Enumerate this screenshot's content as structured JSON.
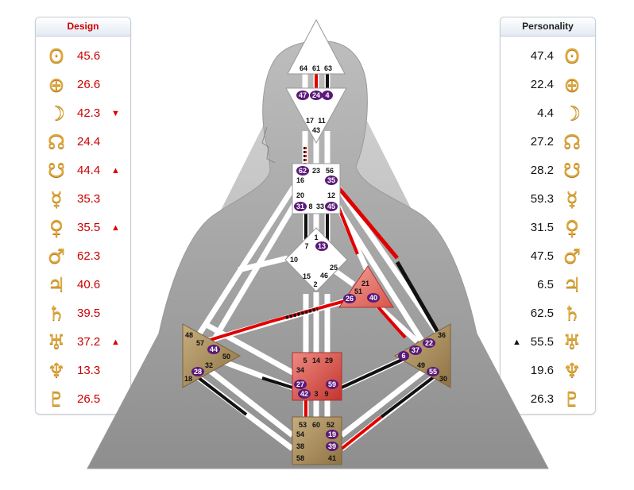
{
  "design": {
    "title": "Design",
    "rows": [
      {
        "icon": "sun-icon",
        "glyph": "ʘ",
        "value": "45.6",
        "arrow": ""
      },
      {
        "icon": "earth-icon",
        "glyph": "⊕",
        "value": "26.6",
        "arrow": ""
      },
      {
        "icon": "moon-icon",
        "glyph": "☽",
        "value": "42.3",
        "arrow": "▼"
      },
      {
        "icon": "north-node-icon",
        "glyph": "☊",
        "value": "24.4",
        "arrow": ""
      },
      {
        "icon": "south-node-icon",
        "glyph": "☋",
        "value": "44.4",
        "arrow": "▲"
      },
      {
        "icon": "mercury-icon",
        "glyph": "☿",
        "value": "35.3",
        "arrow": ""
      },
      {
        "icon": "venus-icon",
        "glyph": "♀",
        "value": "35.5",
        "arrow": "▲"
      },
      {
        "icon": "mars-icon",
        "glyph": "♂",
        "value": "62.3",
        "arrow": ""
      },
      {
        "icon": "jupiter-icon",
        "glyph": "♃",
        "value": "40.6",
        "arrow": ""
      },
      {
        "icon": "saturn-icon",
        "glyph": "♄",
        "value": "39.5",
        "arrow": ""
      },
      {
        "icon": "uranus-icon",
        "glyph": "♅",
        "value": "37.2",
        "arrow": "▲"
      },
      {
        "icon": "neptune-icon",
        "glyph": "♆",
        "value": "13.3",
        "arrow": ""
      },
      {
        "icon": "pluto-icon",
        "glyph": "♇",
        "value": "26.5",
        "arrow": ""
      }
    ]
  },
  "personality": {
    "title": "Personality",
    "rows": [
      {
        "icon": "sun-icon",
        "glyph": "ʘ",
        "value": "47.4",
        "arrow": ""
      },
      {
        "icon": "earth-icon",
        "glyph": "⊕",
        "value": "22.4",
        "arrow": ""
      },
      {
        "icon": "moon-icon",
        "glyph": "☽",
        "value": "4.4",
        "arrow": ""
      },
      {
        "icon": "north-node-icon",
        "glyph": "☊",
        "value": "27.2",
        "arrow": ""
      },
      {
        "icon": "south-node-icon",
        "glyph": "☋",
        "value": "28.2",
        "arrow": ""
      },
      {
        "icon": "mercury-icon",
        "glyph": "☿",
        "value": "59.3",
        "arrow": ""
      },
      {
        "icon": "venus-icon",
        "glyph": "♀",
        "value": "31.5",
        "arrow": ""
      },
      {
        "icon": "mars-icon",
        "glyph": "♂",
        "value": "47.5",
        "arrow": ""
      },
      {
        "icon": "jupiter-icon",
        "glyph": "♃",
        "value": "6.5",
        "arrow": ""
      },
      {
        "icon": "saturn-icon",
        "glyph": "♄",
        "value": "62.5",
        "arrow": ""
      },
      {
        "icon": "uranus-icon",
        "glyph": "♅",
        "value": "55.5",
        "arrow": "▲"
      },
      {
        "icon": "neptune-icon",
        "glyph": "♆",
        "value": "19.6",
        "arrow": ""
      },
      {
        "icon": "pluto-icon",
        "glyph": "♇",
        "value": "26.3",
        "arrow": ""
      }
    ]
  },
  "colors": {
    "design": "#cc0000",
    "personality": "#111111",
    "glyph": "#e0a83a",
    "active_gate": "#5a1a78"
  },
  "gates": {
    "head": {
      "g64": "64",
      "g61": "61",
      "g63": "63"
    },
    "ajna": {
      "g47": "47",
      "g24": "24",
      "g4": "4",
      "g17": "17",
      "g11": "11",
      "g43": "43"
    },
    "throat": {
      "g62": "62",
      "g23": "23",
      "g56": "56",
      "g16": "16",
      "g35": "35",
      "g20": "20",
      "g12": "12",
      "g31": "31",
      "g8": "8",
      "g33": "33",
      "g45": "45"
    },
    "g_center": {
      "g1": "1",
      "g7": "7",
      "g13": "13",
      "g10": "10",
      "g25": "25",
      "g15": "15",
      "g46": "46",
      "g2": "2"
    },
    "heart": {
      "g21": "21",
      "g51": "51",
      "g26": "26",
      "g40": "40"
    },
    "spleen": {
      "g48": "48",
      "g57": "57",
      "g44": "44",
      "g50": "50",
      "g32": "32",
      "g28": "28",
      "g18": "18"
    },
    "solar_plexus": {
      "g36": "36",
      "g22": "22",
      "g37": "37",
      "g6": "6",
      "g49": "49",
      "g55": "55",
      "g30": "30"
    },
    "sacral": {
      "g5": "5",
      "g14": "14",
      "g29": "29",
      "g34": "34",
      "g27": "27",
      "g59": "59",
      "g42": "42",
      "g3": "3",
      "g9": "9"
    },
    "root": {
      "g53": "53",
      "g60": "60",
      "g52": "52",
      "g54": "54",
      "g19": "19",
      "g38": "38",
      "g39": "39",
      "g58": "58",
      "g41": "41"
    }
  }
}
